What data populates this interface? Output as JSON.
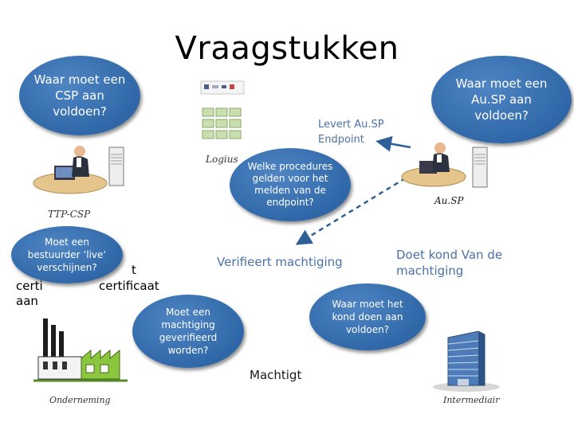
{
  "title": "Vraagstukken",
  "bubbles": {
    "csp": "Waar moet een CSP aan voldoen?",
    "ausp": "Waar moet een Au.SP aan voldoen?",
    "procedures": "Welke procedures gelden voor het melden van de endpoint?",
    "bestuurder": "Moet een bestuurder ‘live’ verschijnen?",
    "verified": "Moet een machtiging geverifieerd worden?",
    "kond": "Waar moet het kond doen aan voldoen?"
  },
  "edge_labels": {
    "levert_endpoint": "Levert Au.SP Endpoint",
    "verifieert": "Verifieert machtiging",
    "doet_kond": "Doet kond Van de machtiging",
    "machtigt": "Machtigt",
    "certificaat_fragment": "certificaat",
    "cert_left": "certi",
    "aan": "aan",
    "t_fragment": "t"
  },
  "nodes": {
    "logius": "Logius",
    "ttp_csp": "TTP-CSP",
    "ausp": "Au.SP",
    "onderneming": "Onderneming",
    "intermediair": "Intermediair"
  },
  "colors": {
    "bubble": "#2f67a8",
    "arrow": "#2f5f97",
    "edge_text": "#4a72a8"
  }
}
